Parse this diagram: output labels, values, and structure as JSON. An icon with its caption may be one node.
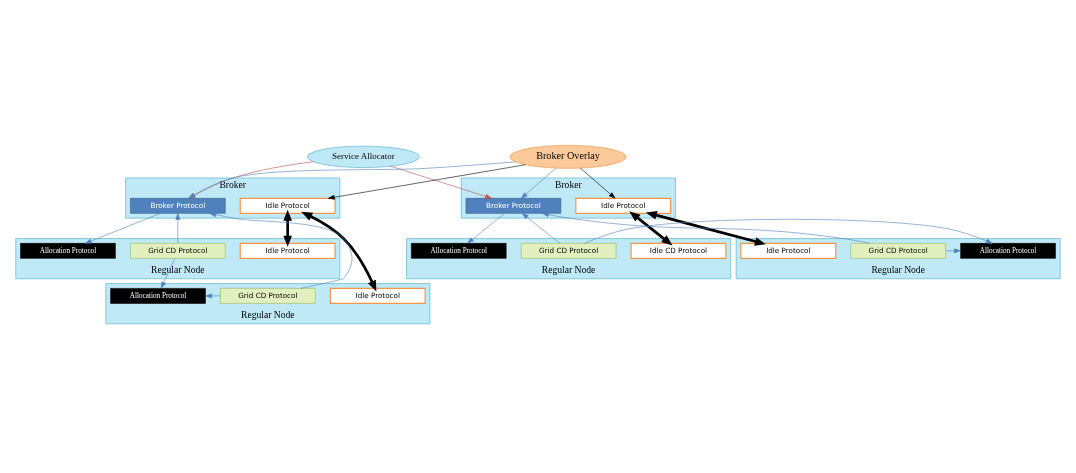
{
  "diagram": {
    "nodes": [
      {
        "text": [
          "Service Allocator"
        ]
      },
      {
        "text": [
          "Broker"
        ]
      },
      {
        "text": [
          "Broker Protocol"
        ],
        "in": 1
      },
      {
        "text": [
          "Idle Protocol"
        ],
        "in": 1
      },
      {
        "text": [
          "Broker Overlay"
        ]
      },
      {
        "text": [
          "Broker"
        ]
      },
      {
        "text": [
          "Broker Protocol"
        ],
        "in": 5
      },
      {
        "text": [
          "Idle Protocol"
        ],
        "in": 5
      },
      {
        "text": [
          "Regular Node"
        ]
      },
      {
        "text": [
          "Allocation Protocol"
        ],
        "in": 8
      },
      {
        "text": [
          "Grid CD Protocol"
        ],
        "in": 8
      },
      {
        "text": [
          "Idle Protocol"
        ],
        "in": 8
      },
      {
        "text": [
          "Regular Node"
        ]
      },
      {
        "text": [
          "Allocation Protocol"
        ],
        "in": 12
      },
      {
        "text": [
          "Grid CD Protocol"
        ],
        "in": 12
      },
      {
        "text": [
          "Idle Protocol"
        ],
        "in": 12
      },
      {
        "text": [
          "Regular Node"
        ]
      },
      {
        "text": [
          "Allocation Protocol"
        ],
        "in": 16
      },
      {
        "text": [
          "Grid CD Protocol"
        ],
        "in": 16
      },
      {
        "text": [
          "Idle Protocol"
        ],
        "in": 16
      },
      {
        "text": [
          "Regular Node"
        ]
      },
      {
        "text": [
          "Allocation Protocol"
        ],
        "in": 20
      },
      {
        "text": [
          "Grid CD Protocol"
        ],
        "in": 20
      },
      {
        "text": [
          "Idle CD Protocol"
        ],
        "in": 20
      }
    ],
    "edges": [
      {
        "from": 0,
        "to": 2,
        "arrow": "to",
        "color": "#c0504d"
      },
      {
        "from": 0,
        "to": 6,
        "arrow": "to",
        "color": "#c0504d"
      },
      {
        "from": 4,
        "to": 2,
        "arrow": "to"
      },
      {
        "from": 4,
        "to": 6,
        "arrow": "to"
      },
      {
        "from": 4,
        "to": 3,
        "arrow": "to",
        "color": "#000000"
      },
      {
        "from": 4,
        "to": 7,
        "arrow": "to",
        "color": "#000000"
      },
      {
        "from": 2,
        "to": 9,
        "arrow": "to"
      },
      {
        "from": 6,
        "to": 21,
        "arrow": "to"
      },
      {
        "from": 10,
        "to": 2,
        "arrow": "to"
      },
      {
        "from": 14,
        "to": 2,
        "arrow": "to"
      },
      {
        "from": 10,
        "to": 13,
        "arrow": "to"
      },
      {
        "from": 14,
        "to": 13,
        "arrow": "to"
      },
      {
        "from": 18,
        "to": 6,
        "arrow": "to"
      },
      {
        "from": 22,
        "to": 6,
        "arrow": "to"
      },
      {
        "from": 18,
        "to": 17,
        "arrow": "to"
      },
      {
        "from": 22,
        "to": 17,
        "arrow": "to"
      },
      {
        "from": 3,
        "to": 11,
        "arrow": "both",
        "style": "thick",
        "color": "#000000"
      },
      {
        "from": 3,
        "to": 15,
        "arrow": "both",
        "style": "thick",
        "color": "#000000"
      },
      {
        "from": 7,
        "to": 19,
        "arrow": "both",
        "style": "thick",
        "color": "#000000"
      },
      {
        "from": 7,
        "to": 23,
        "arrow": "both",
        "style": "thick",
        "color": "#000000"
      }
    ]
  }
}
